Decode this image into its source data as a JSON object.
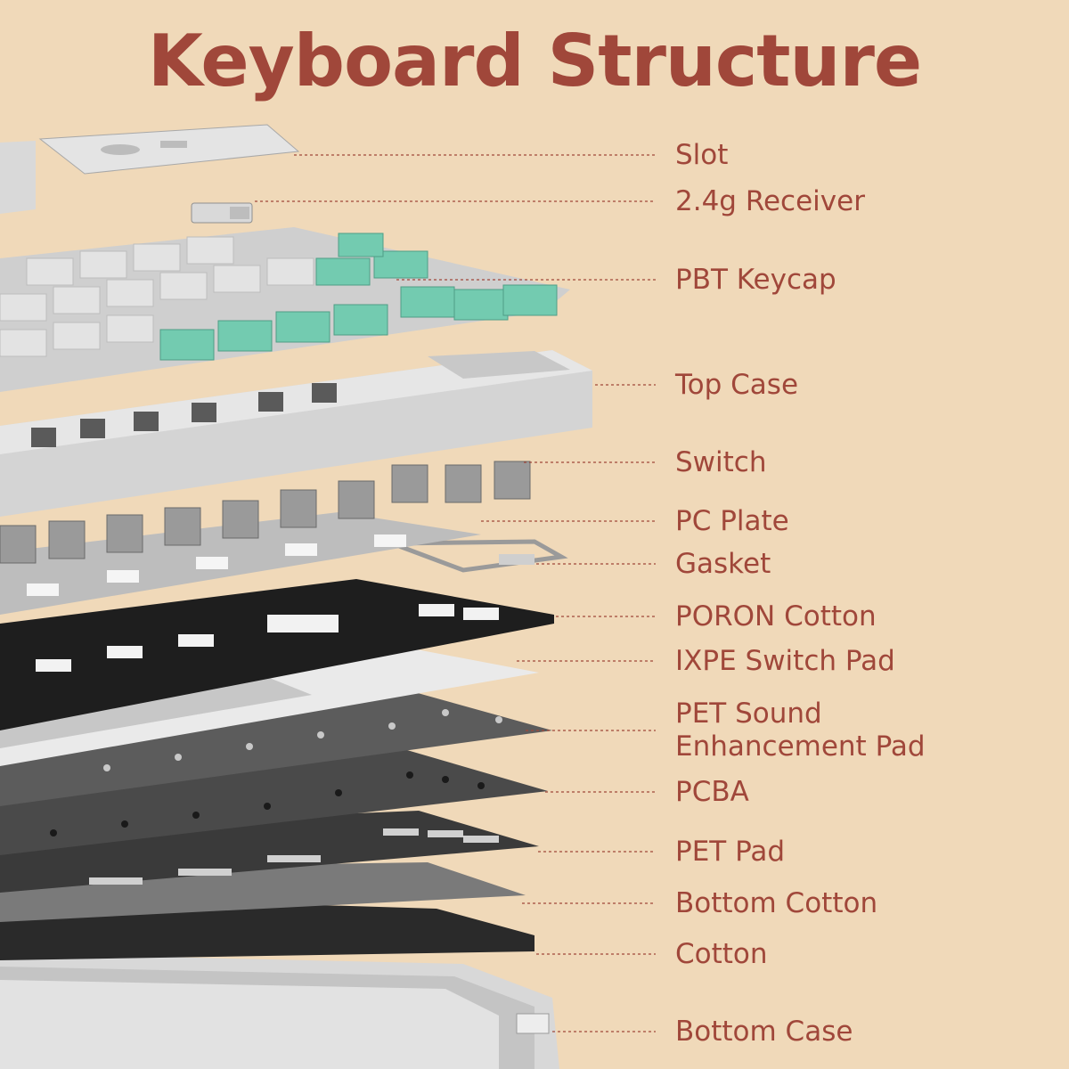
{
  "title": "Keyboard Structure",
  "colors": {
    "background": "#f0d9b9",
    "accent": "#a0473a",
    "keycap_green": "#73cbb0",
    "keycap_grey": "#dcdcdc"
  },
  "layers": [
    {
      "label": "Slot"
    },
    {
      "label": "2.4g Receiver"
    },
    {
      "label": "PBT Keycap"
    },
    {
      "label": "Top Case"
    },
    {
      "label": "Switch"
    },
    {
      "label": "PC Plate"
    },
    {
      "label": "Gasket"
    },
    {
      "label": "PORON Cotton"
    },
    {
      "label": "IXPE Switch Pad"
    },
    {
      "label": "PET Sound Enhancement Pad",
      "line1": "PET Sound",
      "line2": "Enhancement Pad"
    },
    {
      "label": "PCBA"
    },
    {
      "label": "PET Pad"
    },
    {
      "label": "Bottom Cotton"
    },
    {
      "label": "Cotton"
    },
    {
      "label": "Bottom Case"
    }
  ]
}
